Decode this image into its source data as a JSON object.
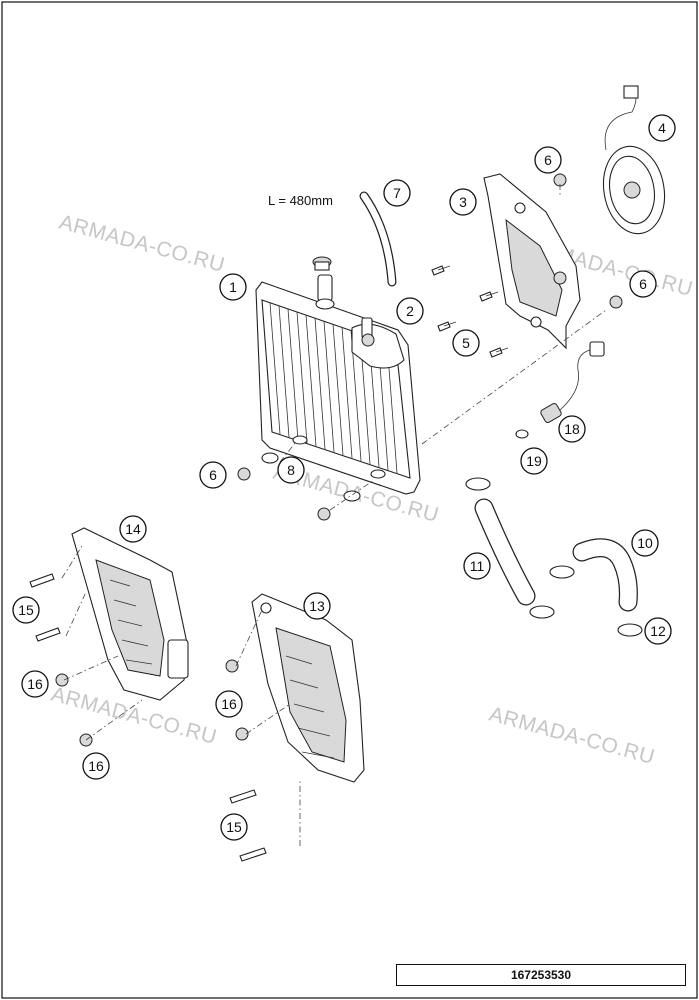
{
  "hose_length_label": "L = 480mm",
  "drawing_number": "167253530",
  "watermark_text": "ARMADA-CO.RU",
  "callouts": [
    "1",
    "2",
    "3",
    "4",
    "5",
    "6",
    "6",
    "6",
    "7",
    "8",
    "10",
    "11",
    "12",
    "13",
    "14",
    "15",
    "15",
    "16",
    "16",
    "16",
    "18",
    "19"
  ],
  "line_color": "#111111",
  "watermark_color": "#c6c6c6"
}
